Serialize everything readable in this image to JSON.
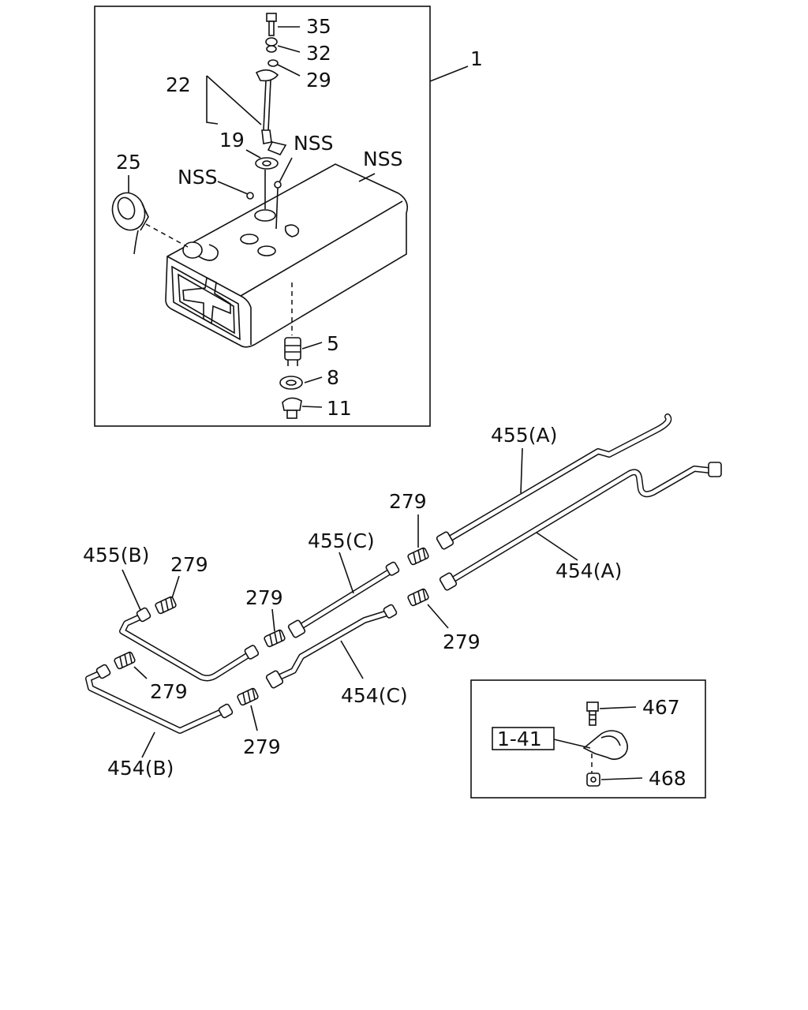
{
  "callouts": {
    "c35": "35",
    "c32": "32",
    "c29": "29",
    "c1": "1",
    "c22": "22",
    "c19": "19",
    "nss_a": "NSS",
    "nss_b": "NSS",
    "nss_c": "NSS",
    "c25": "25",
    "c5": "5",
    "c8": "8",
    "c11": "11",
    "p455a": "455(A)",
    "p454a": "454(A)",
    "p455b": "455(B)",
    "p455c": "455(C)",
    "p454b": "454(B)",
    "p454c": "454(C)",
    "f279_1": "279",
    "f279_2": "279",
    "f279_3": "279",
    "f279_4": "279",
    "f279_5": "279",
    "f279_6": "279",
    "c467": "467",
    "c468": "468",
    "ref141": "1-41"
  }
}
